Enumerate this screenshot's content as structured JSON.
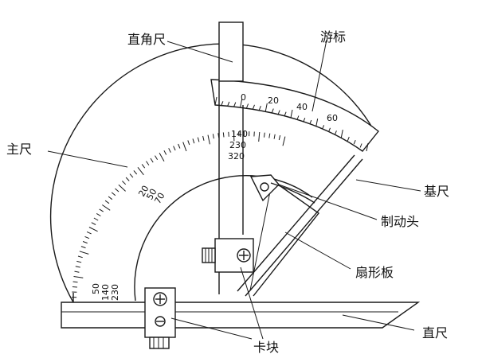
{
  "labels": {
    "square": "直角尺",
    "vernier": "游标",
    "main_scale": "主尺",
    "base_ruler": "基尺",
    "brake_head": "制动头",
    "sector_plate": "扇形板",
    "straight_ruler": "直尺",
    "clamp_block": "卡块"
  },
  "vernier_scale": [
    "0",
    "20",
    "40",
    "60"
  ],
  "main_scale_numbers": {
    "top": [
      "140",
      "230",
      "320"
    ],
    "middle": [
      "20",
      "50",
      "70"
    ],
    "left": [
      "50",
      "140",
      "230"
    ]
  }
}
